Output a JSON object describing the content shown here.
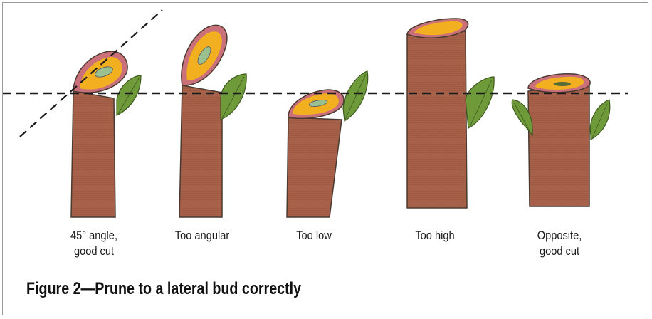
{
  "captions": [
    {
      "line1": "45° angle,",
      "line2": "good cut"
    },
    {
      "line1": "Too angular",
      "line2": ""
    },
    {
      "line1": "Too low",
      "line2": ""
    },
    {
      "line1": "Too high",
      "line2": ""
    },
    {
      "line1": "Opposite,",
      "line2": "good cut"
    }
  ],
  "figure_title": "Figure 2—Prune to a lateral bud correctly",
  "colors": {
    "bark": "#a8624a",
    "bark_dark": "#8a4a36",
    "cut_face": "#f2b020",
    "bark_ring": "#c9707a",
    "bud_leaf": "#6f9a3a",
    "guide_line": "#1a1a1a"
  }
}
